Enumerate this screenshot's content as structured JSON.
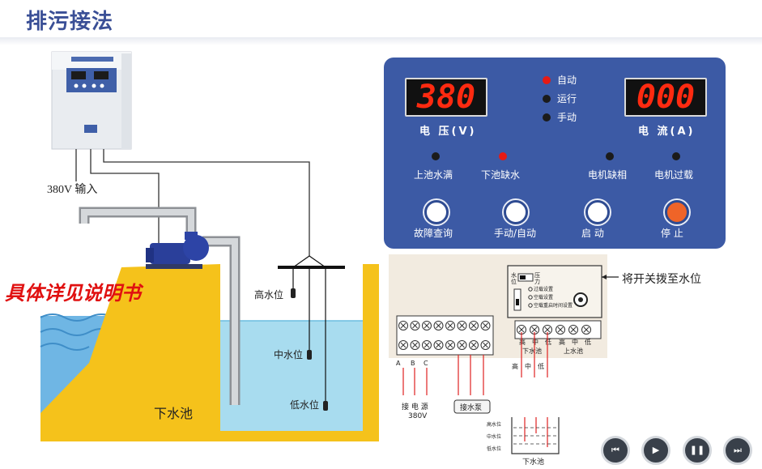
{
  "title": "排污接法",
  "scene": {
    "input_label": "380V 输入",
    "manual_note": "具体详见说明书",
    "pool_label": "下水池",
    "high_level": "高水位",
    "mid_level": "中水位",
    "low_level": "低水位"
  },
  "panel": {
    "voltage_value": "380",
    "current_value": "000",
    "voltage_label": "电 压(V)",
    "current_label": "电 流(A)",
    "mode_auto": "自动",
    "mode_run": "运行",
    "mode_manual": "手动",
    "ind_upper_full": "上池水满",
    "ind_lower_short": "下池缺水",
    "ind_phase_loss": "电机缺相",
    "ind_overload": "电机过载",
    "btn_fault": "故障查询",
    "btn_mode": "手动/自动",
    "btn_start": "启  动",
    "btn_stop": "停  止"
  },
  "wiring": {
    "callout": "将开关拨至水位",
    "switch_top": "水",
    "switch_bottom": "位",
    "switch_right_top": "压",
    "switch_right_bottom": "力",
    "settings": [
      "过载设置",
      "空载设置",
      "空载重启时间设置"
    ],
    "terminal_lower": [
      "高",
      "中",
      "低"
    ],
    "terminal_upper": [
      "高",
      "中",
      "低"
    ],
    "group_lower": "下水池",
    "group_upper": "上水池",
    "phases": [
      "A",
      "B",
      "C"
    ],
    "power_label": "接 电 源",
    "power_voltage": "380V",
    "pump_label": "接水泵",
    "probe_labels": [
      "高",
      "中",
      "低"
    ],
    "tank_levels": [
      "高水位",
      "中水位",
      "低水位"
    ],
    "tank_label": "下水池"
  },
  "colors": {
    "panel_blue": "#3c5aa5",
    "led_red": "#ff2a10",
    "pool_yellow": "#f5c21b",
    "water_blue": "#a8dcef",
    "note_red": "#e01010"
  },
  "nav": [
    "skip-back-icon",
    "play-icon",
    "pause-icon",
    "skip-forward-icon"
  ]
}
